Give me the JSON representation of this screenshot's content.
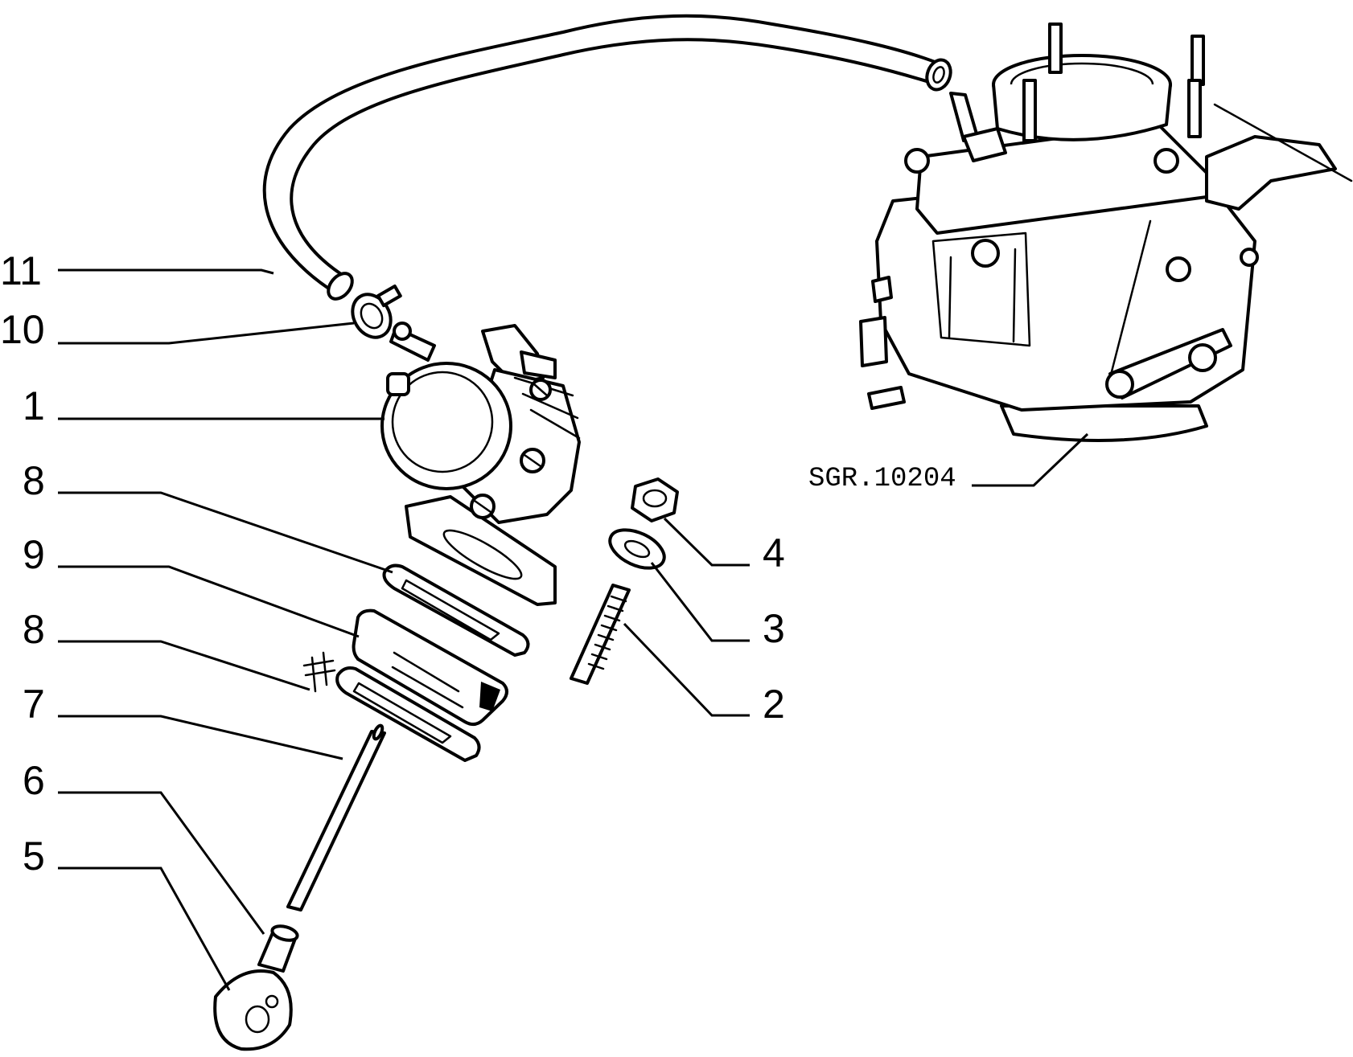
{
  "diagram": {
    "drawing_code": "SGR.10204",
    "callouts": [
      {
        "id": "11",
        "label": "11"
      },
      {
        "id": "10",
        "label": "10"
      },
      {
        "id": "1",
        "label": "1"
      },
      {
        "id": "8a",
        "label": "8"
      },
      {
        "id": "9",
        "label": "9"
      },
      {
        "id": "8b",
        "label": "8"
      },
      {
        "id": "7",
        "label": "7"
      },
      {
        "id": "6",
        "label": "6"
      },
      {
        "id": "5",
        "label": "5"
      },
      {
        "id": "4",
        "label": "4"
      },
      {
        "id": "3",
        "label": "3"
      },
      {
        "id": "2",
        "label": "2"
      }
    ]
  }
}
